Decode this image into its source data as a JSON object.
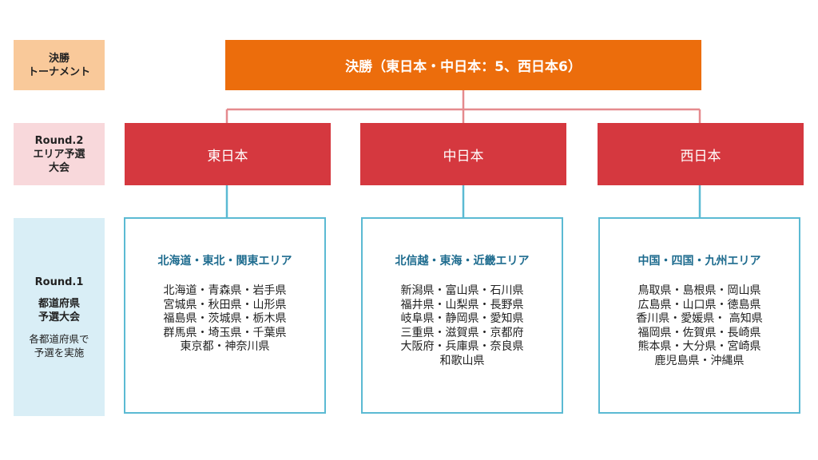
{
  "labels": {
    "final": [
      "決勝",
      "トーナメント"
    ],
    "round2": [
      "Round.2",
      "エリア予選",
      "大会"
    ],
    "round1": {
      "title": "Round.1",
      "main": [
        "都道府県",
        "予選大会"
      ],
      "sub": [
        "各都道府県で",
        "予選を実施"
      ]
    }
  },
  "final_box": {
    "text": "決勝（東日本・中日本：5、西日本6）"
  },
  "regions": [
    {
      "name": "東日本",
      "area_title": "北海道・東北・関東エリア",
      "prefectures": [
        "北海道・青森県・岩手県",
        "宮城県・秋田県・山形県",
        "福島県・茨城県・栃木県",
        "群馬県・埼玉県・千葉県",
        "東京都・神奈川県"
      ]
    },
    {
      "name": "中日本",
      "area_title": "北信越・東海・近畿エリア",
      "prefectures": [
        "新潟県・富山県・石川県",
        "福井県・山梨県・長野県",
        "岐阜県・静岡県・愛知県",
        "三重県・滋賀県・京都府",
        "大阪府・兵庫県・奈良県",
        "和歌山県"
      ]
    },
    {
      "name": "西日本",
      "area_title": "中国・四国・九州エリア",
      "prefectures": [
        "鳥取県・島根県・岡山県",
        "広島県・山口県・徳島県",
        "香川県・愛媛県・ 高知県",
        "福岡県・佐賀県・長崎県",
        "熊本県・大分県・宮崎県",
        "鹿児島県・沖縄県"
      ]
    }
  ],
  "colors": {
    "final": "#ec6d0c",
    "region": "#d5383f",
    "pref_border": "#5bbad3",
    "pref_title": "#1d6b8e",
    "connector_top": "#e58a8e",
    "connector_bottom": "#5bbad3"
  }
}
